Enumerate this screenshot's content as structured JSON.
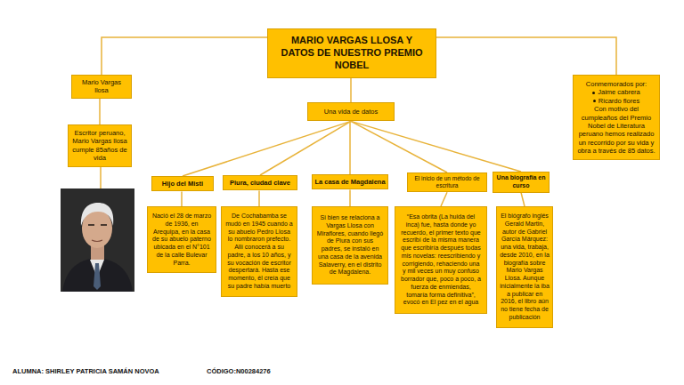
{
  "diagram": {
    "title": "MARIO VARGAS LLOSA Y DATOS DE NUESTRO PREMIO NOBEL",
    "nodes": [
      {
        "text": [
          "MARIO VARGAS LLOSA Y DATOS DE NUESTRO PREMIO NOBEL"
        ]
      },
      {
        "text": [
          "Mario Vargas llosa"
        ]
      },
      {
        "text": [
          "Escritor peruano, Mario Vargas llosa cumple 85años de vida"
        ]
      },
      {
        "text": [
          "Una vida de datos"
        ]
      },
      {
        "text": [
          "Conmemorados por:",
          "Jaime cabrera",
          "Ricardo flores",
          "Con motivo del cumpleaños del Premio Nobel de Literatura peruano hemos realizado un recorrido por su vida y obra a través de 85 datos."
        ]
      },
      {
        "text": [
          "Hijo del Misti"
        ]
      },
      {
        "text": [
          "Nació el 28 de marzo de 1936, en Arequipa, en la casa de su abuelo paterno ubicada en el N°101 de la calle Bulevar Parra."
        ]
      },
      {
        "text": [
          "Piura, ciudad clave"
        ]
      },
      {
        "text": [
          "De Cochabamba se mudó en 1945 cuando a su abuelo Pedro Llosa lo nombraron prefecto. Allí conocerá a su padre, a los 10 años, y su vocación de escritor despertará. Hasta ese momento, él creía que su padre había muerto"
        ]
      },
      {
        "text": [
          "La casa de Magdalena"
        ]
      },
      {
        "text": [
          "Si bien se relaciona a Vargas Llosa con Miraflores, cuando llegó de Piura con sus padres, se instaló en una casa de la avenida Salaverry, en el distrito de Magdalena."
        ]
      },
      {
        "text": [
          "El inicio de un método de escritura"
        ]
      },
      {
        "text": [
          "“Esa obrita (La huida del inca) fue, hasta donde yo recuerdo, el primer texto que escribí de la misma manera que escribiría después todas mis novelas: reescribiendo y corrigiendo, rehaciendo una y mil veces un muy confuso borrador que, poco a poco, a fuerza de enmiendas, tomaría forma definitiva”, evocó en El pez en el agua"
        ]
      },
      {
        "text": [
          "Una biografía en curso"
        ]
      },
      {
        "text": [
          "El biógrafo inglés Gerald Martin, autor de Gabriel García Márquez: una vida, trabaja, desde 2010, en la biografía sobre Mario Vargas Llosa. Aunque inicialmente la iba a publicar en 2016, el libro aún no tiene fecha de publicación"
        ]
      }
    ],
    "edges": [
      {
        "from": 0,
        "to": 1,
        "arrow": "none"
      },
      {
        "from": 0,
        "to": 3,
        "arrow": "none"
      },
      {
        "from": 0,
        "to": 4,
        "arrow": "none"
      },
      {
        "from": 1,
        "to": 2,
        "arrow": "none"
      },
      {
        "from": 3,
        "to": 5,
        "arrow": "none"
      },
      {
        "from": 3,
        "to": 7,
        "arrow": "none"
      },
      {
        "from": 3,
        "to": 9,
        "arrow": "none"
      },
      {
        "from": 3,
        "to": 11,
        "arrow": "none"
      },
      {
        "from": 3,
        "to": 13,
        "arrow": "none"
      },
      {
        "from": 5,
        "to": 6,
        "arrow": "none"
      },
      {
        "from": 7,
        "to": 8,
        "arrow": "none"
      },
      {
        "from": 9,
        "to": 10,
        "arrow": "none"
      },
      {
        "from": 11,
        "to": 12,
        "arrow": "none"
      },
      {
        "from": 13,
        "to": 14,
        "arrow": "none"
      }
    ],
    "labels": [
      "ALUMNA: SHIRLEY PATRICIA SAMÁN NOVOA",
      "CÓDIGO:N00284276"
    ]
  }
}
